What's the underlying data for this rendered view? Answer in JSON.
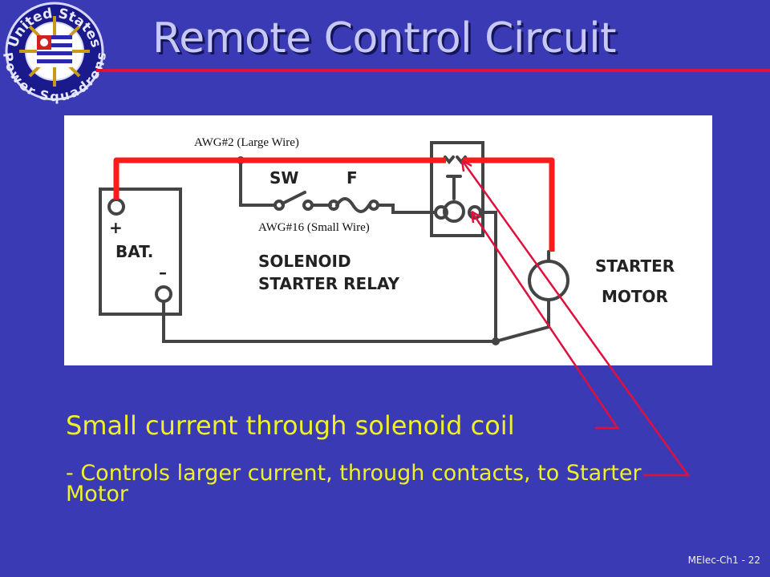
{
  "slide": {
    "title": "Remote Control Circuit",
    "footer": "MElec-Ch1 - 22",
    "colors": {
      "background": "#3a3ab4",
      "title": "#c8c8f4",
      "rule": "#e0103c",
      "bullet_text": "#f0f028",
      "heavy_wire": "#ff1a1a"
    }
  },
  "logo": {
    "text_top": "United States",
    "text_bottom": "Power Squadrons",
    "icon": "ships-wheel-ensign-logo"
  },
  "diagram": {
    "wire_label_large": "AWG#2 (Large Wire)",
    "wire_label_small": "AWG#16 (Small Wire)",
    "switch_label": "SW",
    "fuse_label": "F",
    "battery_plus": "+",
    "battery_label": "BAT.",
    "battery_minus": "–",
    "relay_label_line1": "SOLENOID",
    "relay_label_line2": "STARTER RELAY",
    "motor_label_line1": "STARTER",
    "motor_label_line2": "MOTOR"
  },
  "bullets": {
    "primary": "Small current through solenoid coil",
    "secondary": "- Controls larger current, through contacts, to Starter Motor"
  }
}
